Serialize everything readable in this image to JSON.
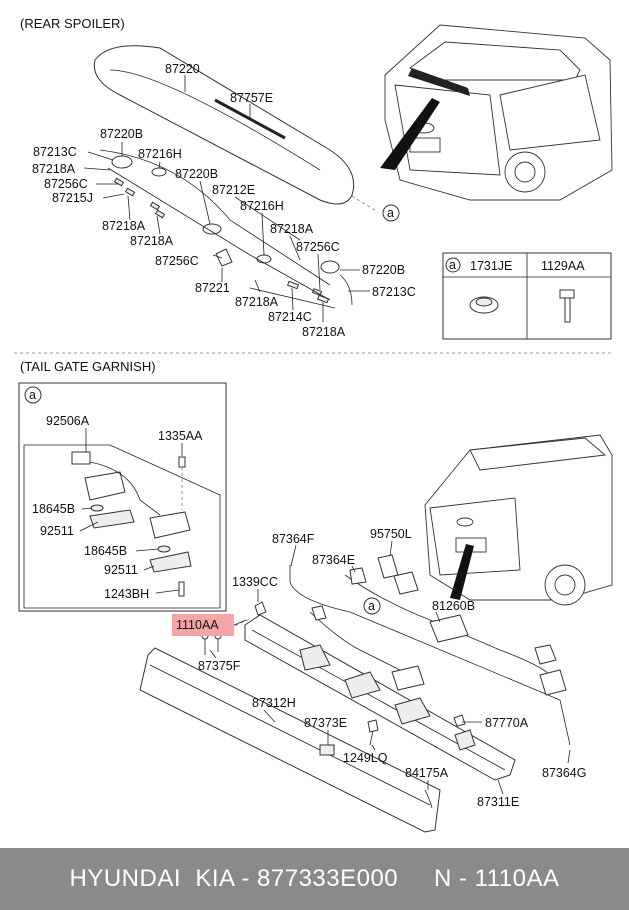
{
  "sections": {
    "rear_spoiler": "(REAR SPOILER)",
    "tail_gate": "(TAIL GATE GARNISH)"
  },
  "detail_marker": "a",
  "spoiler_labels": {
    "p87220": "87220",
    "p87757E": "87757E",
    "p87213C_l": "87213C",
    "p87220B_1": "87220B",
    "p87218A_1": "87218A",
    "p87216H_1": "87216H",
    "p87256C_1": "87256C",
    "p87215J": "87215J",
    "p87220B_2": "87220B",
    "p87212E": "87212E",
    "p87216H_2": "87216H",
    "p87218A_2": "87218A",
    "p87218A_3": "87218A",
    "p87218A_4": "87218A",
    "p87256C_2": "87256C",
    "p87256C_3": "87256C",
    "p87220B_3": "87220B",
    "p87221": "87221",
    "p87218A_5": "87218A",
    "p87213C_r": "87213C",
    "p87214C": "87214C",
    "p87218A_6": "87218A"
  },
  "legend_box": {
    "marker": "a",
    "col1": "1731JE",
    "col2": "1129AA"
  },
  "tailgate_labels": {
    "p92506A": "92506A",
    "p1335AA": "1335AA",
    "p18645B_1": "18645B",
    "p92511_1": "92511",
    "p18645B_2": "18645B",
    "p92511_2": "92511",
    "p1243BH": "1243BH",
    "p87364F": "87364F",
    "p95750L": "95750L",
    "p87364E": "87364E",
    "p1339CC": "1339CC",
    "p81260B": "81260B",
    "p1110AA": "1110AA",
    "p87375F": "87375F",
    "p87312H": "87312H",
    "p87373E": "87373E",
    "p87770A": "87770A",
    "p1249LQ": "1249LQ",
    "p84175A": "84175A",
    "p87364G": "87364G",
    "p87311E": "87311E"
  },
  "highlight_color": "#f4a6a6",
  "footer_text": "HYUNDAI  KIA - 877333E000     N - 1110AA"
}
